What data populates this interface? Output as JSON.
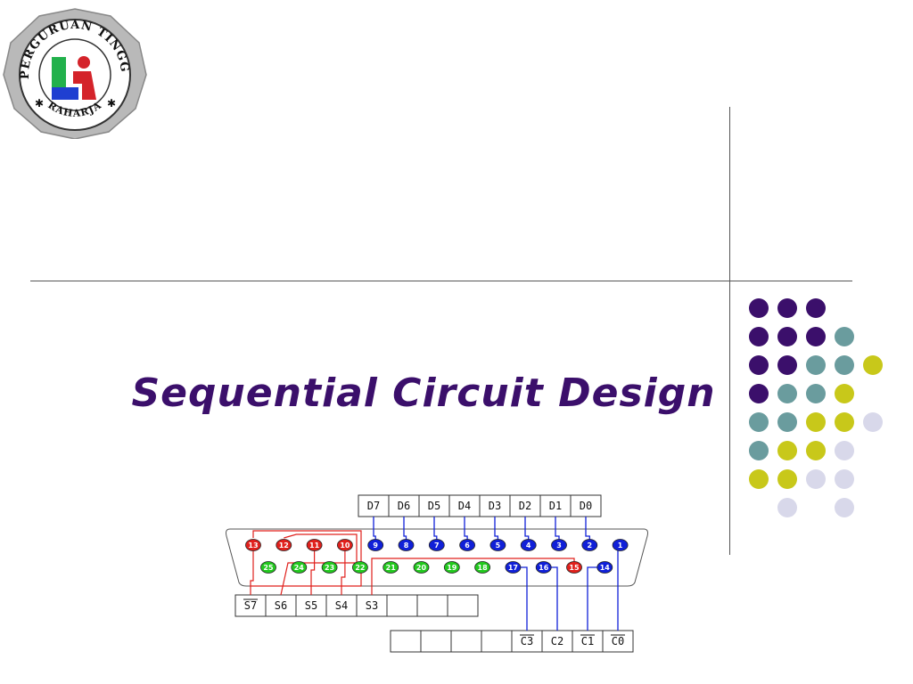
{
  "slide": {
    "title": "Sequential Circuit Design"
  },
  "logo": {
    "top_text": "PERGURUAN TINGGI",
    "bottom_text": "RAHARJA",
    "colors": {
      "green": "#22b14c",
      "blue": "#1f3fd1",
      "red": "#d4232a",
      "ring": "#a8a8a8"
    }
  },
  "colors": {
    "title": "#3b0f6b",
    "dot_palette": [
      "#3b0f6b",
      "#6a9c9e",
      "#c8c81a",
      "#d8d8ea"
    ]
  },
  "dot_grid": [
    [
      0,
      0,
      0,
      -1,
      -1
    ],
    [
      0,
      0,
      0,
      1,
      -1
    ],
    [
      0,
      0,
      1,
      1,
      2
    ],
    [
      0,
      1,
      1,
      2,
      -1
    ],
    [
      1,
      1,
      2,
      2,
      3
    ],
    [
      1,
      2,
      2,
      3,
      -1
    ],
    [
      2,
      2,
      3,
      3,
      -1
    ],
    [
      -1,
      3,
      -1,
      3,
      -1
    ]
  ],
  "diagram": {
    "data_labels": [
      "D7",
      "D6",
      "D5",
      "D4",
      "D3",
      "D2",
      "D1",
      "D0"
    ],
    "status_labels": [
      "S7",
      "S6",
      "S5",
      "S4",
      "S3",
      "",
      "",
      ""
    ],
    "status_overbar": [
      true,
      false,
      false,
      false,
      false,
      false,
      false,
      false
    ],
    "control_labels": [
      "",
      "",
      "",
      "",
      "C3",
      "C2",
      "C1",
      "C0"
    ],
    "control_overbar": [
      false,
      false,
      false,
      false,
      true,
      false,
      true,
      true
    ],
    "top_row_pins": [
      {
        "n": "13",
        "c": "red"
      },
      {
        "n": "12",
        "c": "red"
      },
      {
        "n": "11",
        "c": "red"
      },
      {
        "n": "10",
        "c": "red"
      },
      {
        "n": "9",
        "c": "blue"
      },
      {
        "n": "8",
        "c": "blue"
      },
      {
        "n": "7",
        "c": "blue"
      },
      {
        "n": "6",
        "c": "blue"
      },
      {
        "n": "5",
        "c": "blue"
      },
      {
        "n": "4",
        "c": "blue"
      },
      {
        "n": "3",
        "c": "blue"
      },
      {
        "n": "2",
        "c": "blue"
      },
      {
        "n": "1",
        "c": "blue"
      }
    ],
    "bottom_row_pins": [
      {
        "n": "25",
        "c": "green"
      },
      {
        "n": "24",
        "c": "green"
      },
      {
        "n": "23",
        "c": "green"
      },
      {
        "n": "22",
        "c": "green"
      },
      {
        "n": "21",
        "c": "green"
      },
      {
        "n": "20",
        "c": "green"
      },
      {
        "n": "19",
        "c": "green"
      },
      {
        "n": "18",
        "c": "green"
      },
      {
        "n": "17",
        "c": "blue"
      },
      {
        "n": "16",
        "c": "blue"
      },
      {
        "n": "15",
        "c": "red"
      },
      {
        "n": "14",
        "c": "blue"
      }
    ],
    "pin_colors": {
      "red": "#e0201c",
      "blue": "#1020d8",
      "green": "#22c81e"
    }
  }
}
